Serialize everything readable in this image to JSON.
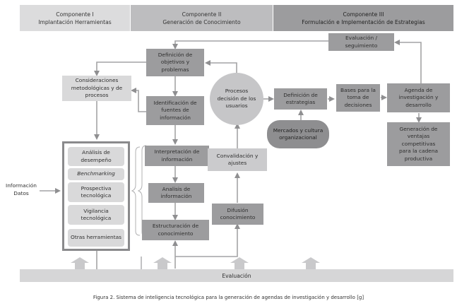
{
  "headers": [
    {
      "title": "Componente I",
      "subtitle": "Implantación Herramientas"
    },
    {
      "title": "Componente II",
      "subtitle": "Generación de Conocimiento"
    },
    {
      "title": "Componente III",
      "subtitle": "Formulación e Implementación de Estrategias"
    }
  ],
  "nodes": {
    "evaluacion_seguimiento": "Evaluación / seguimiento",
    "definicion_objetivos": "Definición de objetivos y problemas",
    "consideraciones": "Consideraciones metodológicas y de procesos",
    "identificacion_fuentes": "Identificación de fuentes de información",
    "procesos_decision": "Procesos decisión de los usuarios",
    "definicion_estrategias": "Definición de estrategias",
    "bases_toma": "Bases para la toma de decisiones",
    "agenda": "Agenda de investigación y desarrollo",
    "mercados": "Mercados y cultura organizacional",
    "generacion_ventajas": "Generación de ventajas competitivas para la cadena productiva",
    "interpretacion": "Interpretación de información",
    "analisis_info": "Analisis de información",
    "estructuracion": "Estructuración de conocimiento",
    "convalidacion": "Convalidación y ajustes",
    "difusion": "Difusión conocimiento"
  },
  "tools": [
    "Análisis de desempeño",
    "Benchmarking",
    "Prospectiva tecnológica",
    "Vigilancia tecnológica",
    "Otras herramientas"
  ],
  "input_label": {
    "line1": "Información",
    "line2": "Datos"
  },
  "evaluation_bar": "Evaluación",
  "caption": "Figura 2. Sistema de inteligencia tecnológica para la generación de agendas de investigación y desarrollo [g]"
}
